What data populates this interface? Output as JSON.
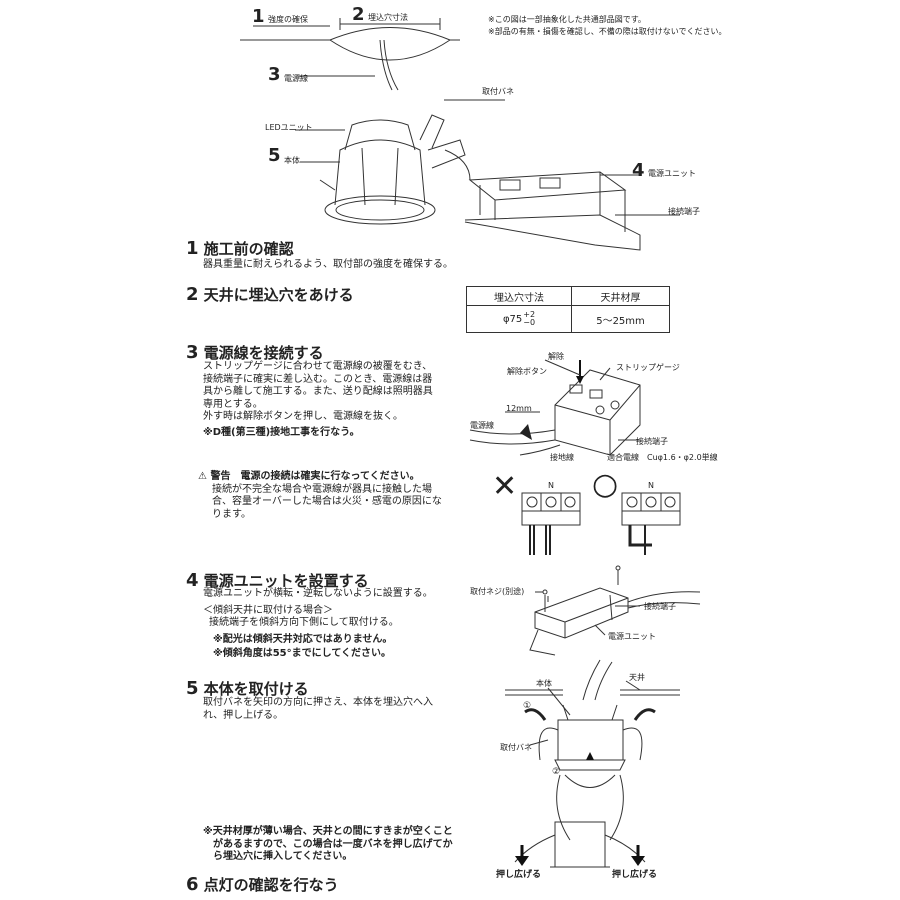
{
  "top_diagram": {
    "label1_num": "1",
    "label1_text": "強度の確保",
    "label2_num": "2",
    "label2_text": "埋込穴寸法",
    "label3_num": "3",
    "label3_text": "電源線",
    "label4_num": "4",
    "label4_text": "電源ユニット",
    "label5_num": "5",
    "label5_text": "本体",
    "led_unit": "LEDユニット",
    "mounting_spring": "取付バネ",
    "connection_terminal": "接続端子",
    "note1": "※この図は一部抽象化した共通部品図です。",
    "note2": "※部品の有無・損傷を確認し、不備の際は取付けないでください。"
  },
  "sections": {
    "s1": {
      "num": "1",
      "title": "施工前の確認",
      "body": "器具重量に耐えられるよう、取付部の強度を確保する。"
    },
    "s2": {
      "num": "2",
      "title": "天井に埋込穴をあける"
    },
    "s3": {
      "num": "3",
      "title": "電源線を接続する",
      "line1": "ストリップゲージに合わせて電源線の被覆をむき、",
      "line2": "接続端子に確実に差し込む。このとき、電源線は器",
      "line3": "具から離して施工する。また、送り配線は照明器具",
      "line4": "専用とする。",
      "line5": "外す時は解除ボタンを押し、電源線を抜く。",
      "note": "※D種(第三種)接地工事を行なう。",
      "warn_head": "警告　電源の接続は確実に行なってください。",
      "warn1": "接続が不完全な場合や電源線が器具に接触した場",
      "warn2": "合、容量オーバーした場合は火災・感電の原因にな",
      "warn3": "ります。"
    },
    "s4": {
      "num": "4",
      "title": "電源ユニットを設置する",
      "body": "電源ユニットが横転・逆転しないように設置する。",
      "sub_head": "＜傾斜天井に取付ける場合＞",
      "sub_body": "接続端子を傾斜方向下側にして取付ける。",
      "note1": "※配光は傾斜天井対応ではありません。",
      "note2": "※傾斜角度は55°までにしてください。"
    },
    "s5": {
      "num": "5",
      "title": "本体を取付ける",
      "line1": "取付バネを矢印の方向に押さえ、本体を埋込穴へ入",
      "line2": "れ、押し上げる。",
      "note1": "※天井材厚が薄い場合、天井との間にすきまが空くこと",
      "note2": "があるますので、この場合は一度バネを押し広げてか",
      "note3": "ら埋込穴に挿入してください。"
    },
    "s6": {
      "num": "6",
      "title": "点灯の確認を行なう"
    }
  },
  "spec_table": {
    "header1": "埋込穴寸法",
    "header2": "天井材厚",
    "cell1": "φ75",
    "tol_plus": "+2",
    "tol_minus": "−0",
    "cell2": "5〜25mm"
  },
  "terminal_diagram": {
    "release": "解除",
    "release_button": "解除ボタン",
    "strip_gauge": "ストリップゲージ",
    "strip_len": "12mm",
    "power_wire": "電源線",
    "terminal": "接続端子",
    "ground_wire": "接地線",
    "wire_spec": "適合電線　Cuφ1.6・φ2.0単線",
    "wrong": "✕",
    "right": "○",
    "n_label": "N"
  },
  "unit_diagram": {
    "screw": "取付ネジ(別途)",
    "terminal": "接続端子",
    "unit": "電源ユニット"
  },
  "install_diagram": {
    "body": "本体",
    "ceiling": "天井",
    "spring": "取付バネ",
    "step1": "①",
    "step2": "②"
  },
  "spread_diagram": {
    "left": "押し広げる",
    "right": "押し広げる"
  }
}
